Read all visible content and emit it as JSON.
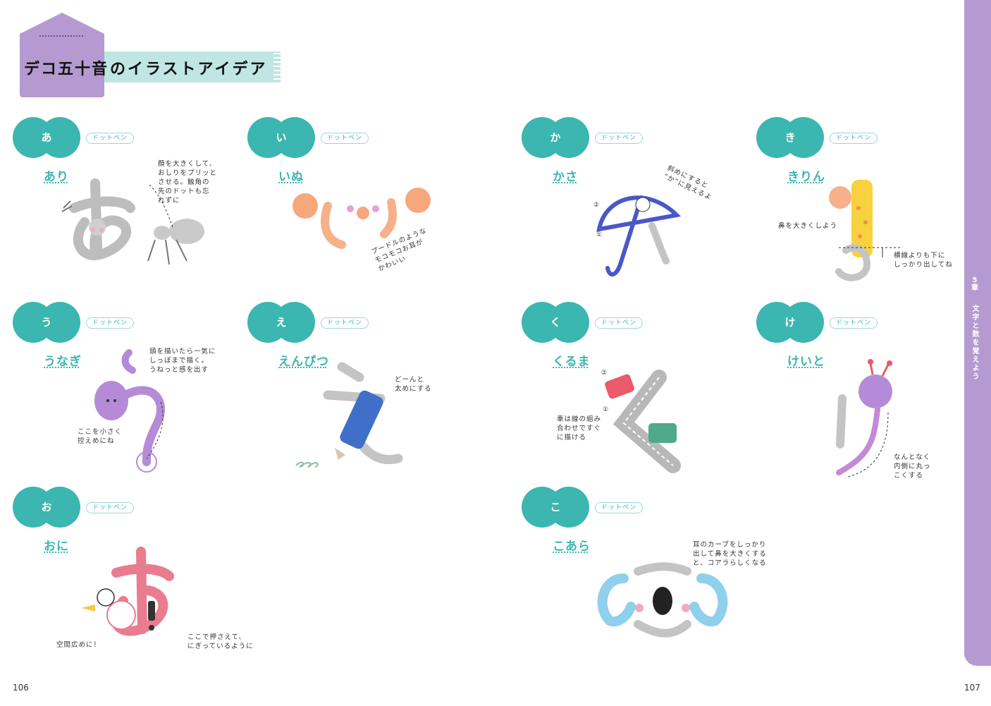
{
  "header": {
    "title_part1": "デコ五十音",
    "title_part2": "のイラストアイデア"
  },
  "side_tab": {
    "chapter_num": "5",
    "chapter_label": "章",
    "chapter_title": "文字と数を覚えよう"
  },
  "colors": {
    "accent_teal": "#3bb6b0",
    "band_mint": "#bfe6e2",
    "accent_purple": "#b59ad1"
  },
  "cards": [
    {
      "kana": "あ",
      "tag": "ドットペン",
      "word": "あり",
      "notes": [
        "顔を大きくして、",
        "おしりをプリッと",
        "させる。触角の",
        "先のドットも忘",
        "れずに"
      ]
    },
    {
      "kana": "い",
      "tag": "ドットペン",
      "word": "いぬ",
      "notes": [
        "プードルのような",
        "モコモコお耳が",
        "かわいい"
      ]
    },
    {
      "kana": "う",
      "tag": "ドットペン",
      "word": "うなぎ",
      "notes": [
        "頭を描いたら一気に",
        "しっぽまで描く。",
        "うねっと感を出す",
        "ここを小さく",
        "控えめにね"
      ]
    },
    {
      "kana": "え",
      "tag": "ドットペン",
      "word": "えんぴつ",
      "notes": [
        "どーんと",
        "太めにする"
      ]
    },
    {
      "kana": "お",
      "tag": "ドットペン",
      "word": "おに",
      "notes": [
        "空間広めに！",
        "ここで押さえて、",
        "にぎっているように"
      ]
    },
    {
      "kana": "か",
      "tag": "ドットペン",
      "word": "かさ",
      "notes": [
        "斜めにすると",
        "“か”に見えるよ"
      ]
    },
    {
      "kana": "き",
      "tag": "ドットペン",
      "word": "きりん",
      "notes": [
        "鼻を大きくしよう",
        "横線よりも下に",
        "しっかり出してね"
      ]
    },
    {
      "kana": "く",
      "tag": "ドットペン",
      "word": "くるま",
      "notes": [
        "車は線の組み",
        "合わせですぐ",
        "に描ける"
      ]
    },
    {
      "kana": "け",
      "tag": "ドットペン",
      "word": "けいと",
      "notes": [
        "なんとなく",
        "内側に丸っ",
        "こくする"
      ]
    },
    {
      "kana": "こ",
      "tag": "ドットペン",
      "word": "こあら",
      "notes": [
        "耳のカーブをしっかり",
        "出して鼻を大きくする",
        "と、コアラらしくなる"
      ]
    }
  ],
  "steps": {
    "one": "①",
    "two": "②"
  },
  "page_numbers": {
    "left": "106",
    "right": "107"
  }
}
